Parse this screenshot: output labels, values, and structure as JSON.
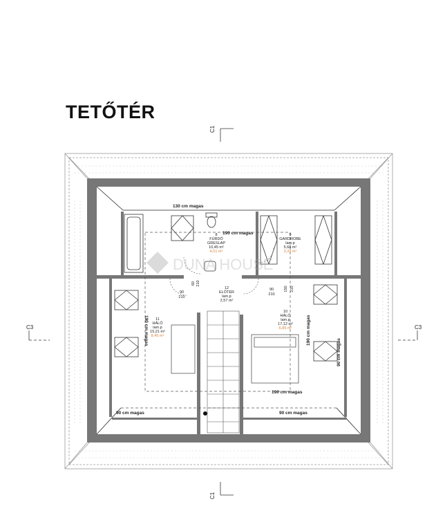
{
  "page": {
    "title": "TETŐTÉR"
  },
  "section_marks": {
    "top": "C1",
    "bottom": "C1",
    "left": "C3",
    "right": "C3"
  },
  "heights": {
    "h130": "130 cm magas",
    "h190_top": "190 cm magas",
    "h190_left": "190 cm magas",
    "h190_right": "190 cm magas",
    "h190_bottom": "190 cm magas",
    "h90_left": "90 cm magas",
    "h90_right": "90 cm magas",
    "h90_vertical": "90 cm magas"
  },
  "rooms": [
    {
      "id": "8",
      "name": "FÜRDŐ",
      "floor": "GRESLAP",
      "area": "10,45 m²",
      "area2": "4,01 m²"
    },
    {
      "id": "9",
      "name": "GARDROBE",
      "floor": "lam.p",
      "area": "5,68 m²",
      "area2": "3,33 m²"
    },
    {
      "id": "12",
      "name": "ELŐTÉR",
      "floor": "lam.p",
      "area": "2,57 m²"
    },
    {
      "id": "11",
      "name": "HÁLÓ",
      "floor": "lam.p",
      "area": "15,21 m²",
      "area2": "8,45 m²"
    },
    {
      "id": "10",
      "name": "HÁLÓ",
      "floor": "lam.p",
      "area": "17,12 m²",
      "area2": "6,85 m²"
    }
  ],
  "doors": [
    {
      "w": "90",
      "h": "210"
    },
    {
      "w": "90",
      "h": "210"
    },
    {
      "w": "60",
      "h": "210"
    },
    {
      "w": "150",
      "h": "210"
    }
  ],
  "watermark": "DUNA HOUSE"
}
